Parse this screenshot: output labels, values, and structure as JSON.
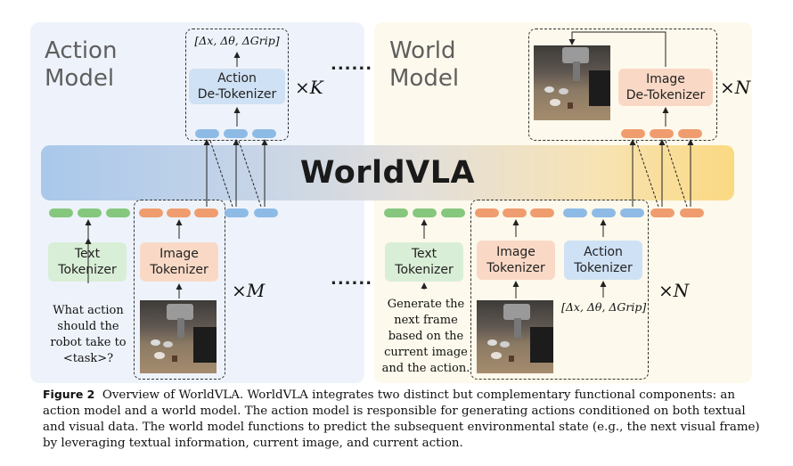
{
  "action_model": {
    "title_line1": "Action",
    "title_line2": "Model",
    "output_math": "[Δx, Δθ, ΔGrip]",
    "detokenizer_line1": "Action",
    "detokenizer_line2": "De-Tokenizer",
    "repeat_top": "×K",
    "text_tokenizer_line1": "Text",
    "text_tokenizer_line2": "Tokenizer",
    "image_tokenizer_line1": "Image",
    "image_tokenizer_line2": "Tokenizer",
    "repeat_bottom": "×M",
    "prompt_lines": [
      "What action",
      "should the",
      "robot take to",
      "<task>?"
    ]
  },
  "world_model": {
    "title_line1": "World",
    "title_line2": "Model",
    "detokenizer_line1": "Image",
    "detokenizer_line2": "De-Tokenizer",
    "repeat_top": "×N",
    "text_tokenizer_line1": "Text",
    "text_tokenizer_line2": "Tokenizer",
    "image_tokenizer_line1": "Image",
    "image_tokenizer_line2": "Tokenizer",
    "action_tokenizer_line1": "Action",
    "action_tokenizer_line2": "Tokenizer",
    "action_input_math": "[Δx, Δθ, ΔGrip]",
    "repeat_bottom": "×N",
    "prompt_lines": [
      "Generate the",
      "next frame",
      "based on the",
      "current image",
      "and the action."
    ]
  },
  "center_label": "WorldVLA",
  "ellipsis_top": "......",
  "ellipsis_bottom": "......",
  "caption": {
    "label": "Figure 2",
    "lines": [
      "Overview of WorldVLA. WorldVLA integrates two distinct but complementary functional components: an",
      "action model and a world model. The action model is responsible for generating actions conditioned on both textual",
      "and visual data. The world model functions to predict the subsequent environmental state (e.g., the next visual frame)",
      "by leveraging textual information, current image, and current action."
    ]
  },
  "colors": {
    "text_token": "#86c77e",
    "image_token": "#ef9d6e",
    "action_token": "#8ebbe6"
  }
}
